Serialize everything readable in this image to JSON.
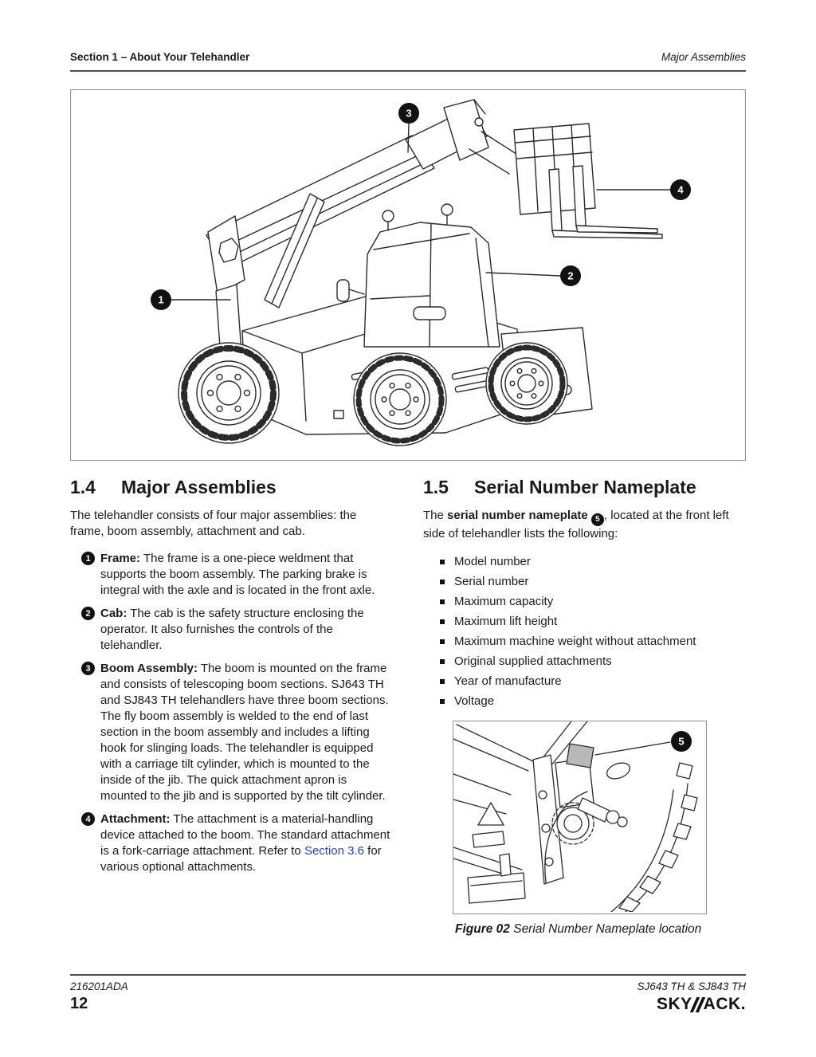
{
  "header": {
    "left": "Section 1 – About Your Telehandler",
    "right": "Major Assemblies"
  },
  "figure01": {
    "callouts": [
      "1",
      "2",
      "3",
      "4"
    ]
  },
  "sections": {
    "left": {
      "number": "1.4",
      "title": "Major Assemblies",
      "intro": "The telehandler consists of four major assemblies: the frame, boom assembly, attachment and cab.",
      "items": [
        {
          "num": "1",
          "term": "Frame:",
          "text": "The frame is a one-piece weldment that supports the boom assembly. The parking brake is integral with the axle and is located in the front axle."
        },
        {
          "num": "2",
          "term": "Cab:",
          "text": "The cab is the safety structure enclosing the operator.  It also furnishes the controls of the telehandler."
        },
        {
          "num": "3",
          "term": "Boom Assembly:",
          "text": "The boom is mounted on the frame and consists of telescoping boom sections. SJ643 TH and SJ843 TH telehandlers have three boom sections. The fly boom assembly is welded to the end of last section in the boom assembly  and includes a lifting hook for slinging loads. The  telehandler is equipped with a carriage tilt cylinder,  which is mounted to the inside of the jib. The quick attachment apron is mounted to the jib and is supported by the tilt cylinder."
        },
        {
          "num": "4",
          "term": "Attachment:",
          "before": "The attachment is a material-handling device attached to the boom. The standard attachment is a fork-carriage attachment. Refer to ",
          "link": "Section 3.6",
          "after": " for various optional attachments."
        }
      ]
    },
    "right": {
      "number": "1.5",
      "title": "Serial Number Nameplate",
      "intro_before": "The ",
      "intro_bold": "serial number nameplate",
      "intro_badge": "5",
      "intro_after": ", located at the front left side of telehandler lists the following:",
      "bullets": [
        "Model number",
        "Serial number",
        "Maximum capacity",
        "Maximum lift height",
        "Maximum machine weight without attachment",
        "Original supplied attachments",
        "Year of manufacture",
        "Voltage"
      ],
      "figure02": {
        "callout": "5"
      },
      "caption_label": "Figure 02",
      "caption_text": " Serial Number Nameplate location"
    }
  },
  "footer": {
    "doc_number": "216201ADA",
    "page_number": "12",
    "models": "SJ643 TH & SJ843 TH",
    "brand": "SKYJACK",
    "logo_left": "SKY",
    "logo_right": "ACK."
  },
  "colors": {
    "ink": "#1a1a1a",
    "link": "#2b3fc0",
    "nameplate_gray": "#b8b8b8"
  }
}
